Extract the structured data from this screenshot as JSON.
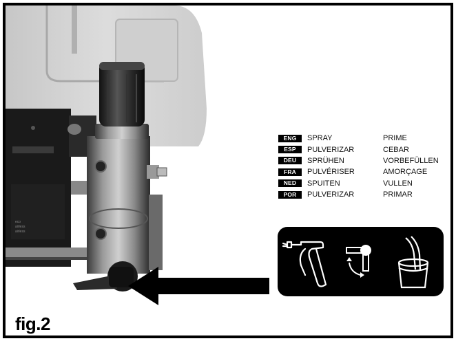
{
  "figure": {
    "label": "fig.2"
  },
  "legend": {
    "rows": [
      {
        "lang": "ENG",
        "spray": "SPRAY",
        "prime": "PRIME"
      },
      {
        "lang": "ESP",
        "spray": "PULVERIZAR",
        "prime": "CEBAR"
      },
      {
        "lang": "DEU",
        "spray": "SPRÜHEN",
        "prime": "VORBEFÜLLEN"
      },
      {
        "lang": "FRA",
        "spray": "PULVÉRISER",
        "prime": "AMORÇAGE"
      },
      {
        "lang": "NED",
        "spray": "SPUITEN",
        "prime": "VULLEN"
      },
      {
        "lang": "POR",
        "spray": "PULVERIZAR",
        "prime": "PRIMAR"
      }
    ]
  },
  "icons": {
    "items": [
      "spray-gun-icon",
      "valve-rotate-icon",
      "bucket-hose-icon"
    ]
  },
  "colors": {
    "panel": "#000000",
    "photo_dark": "#1a1a1a",
    "photo_light": "#c8c8c8"
  }
}
